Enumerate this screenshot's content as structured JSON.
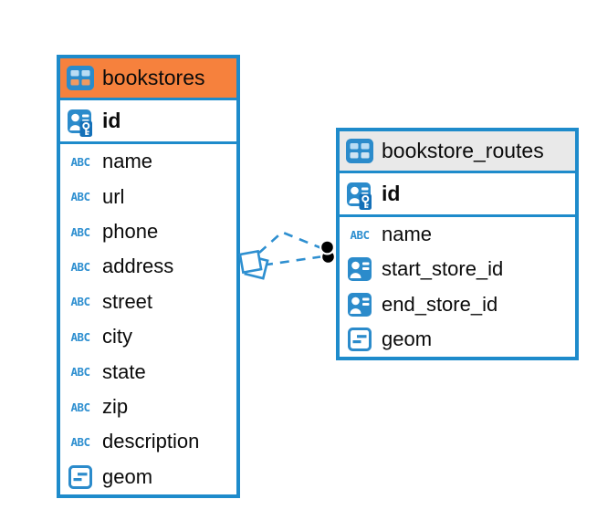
{
  "diagram": {
    "type": "entity-relationship",
    "tables": [
      {
        "name": "bookstores",
        "header_color": "#f6813d",
        "icon": "table-icon",
        "primary_key": {
          "name": "id",
          "icon": "primary-key-icon"
        },
        "columns": [
          {
            "name": "name",
            "icon": "text-type-icon"
          },
          {
            "name": "url",
            "icon": "text-type-icon"
          },
          {
            "name": "phone",
            "icon": "text-type-icon"
          },
          {
            "name": "address",
            "icon": "text-type-icon"
          },
          {
            "name": "street",
            "icon": "text-type-icon"
          },
          {
            "name": "city",
            "icon": "text-type-icon"
          },
          {
            "name": "state",
            "icon": "text-type-icon"
          },
          {
            "name": "zip",
            "icon": "text-type-icon"
          },
          {
            "name": "description",
            "icon": "text-type-icon"
          },
          {
            "name": "geom",
            "icon": "object-type-icon"
          }
        ]
      },
      {
        "name": "bookstore_routes",
        "header_color": "#e9e9e9",
        "icon": "table-icon",
        "primary_key": {
          "name": "id",
          "icon": "primary-key-icon"
        },
        "columns": [
          {
            "name": "name",
            "icon": "text-type-icon"
          },
          {
            "name": "start_store_id",
            "icon": "reference-column-icon"
          },
          {
            "name": "end_store_id",
            "icon": "reference-column-icon"
          },
          {
            "name": "geom",
            "icon": "object-type-icon"
          }
        ]
      }
    ],
    "relationship": {
      "from_table": "bookstores",
      "to_table": "bookstore_routes",
      "line_style": "dashed",
      "from_marker": "diamond",
      "to_marker": "filled-circle",
      "line_count": 2
    }
  },
  "colors": {
    "table_border_blue": "#1e8bcb",
    "accent_blue": "#2e8fd0",
    "bookstores_header_orange": "#f6813d",
    "routes_header_gray": "#e9e9e9",
    "icon_cell_light_blue": "#b9dcf4",
    "relationship_line_blue": "#2e8fd0",
    "endpoint_black": "#000000",
    "background": "#ffffff"
  }
}
